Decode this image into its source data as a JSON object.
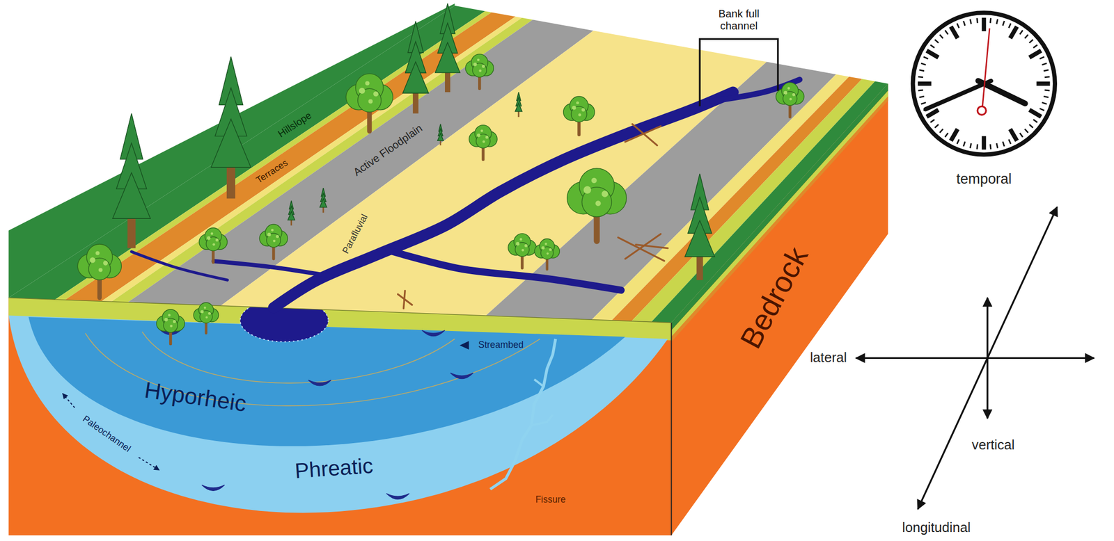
{
  "diagram": {
    "labels": [
      "Bank full channel",
      "Hillslope",
      "Terraces",
      "Active Floodplain",
      "Parafluvial",
      "Streambed",
      "Hyporheic",
      "Paleochannel",
      "Phreatic",
      "Fissure",
      "Bedrock",
      "temporal",
      "lateral",
      "vertical",
      "longitudinal"
    ]
  }
}
